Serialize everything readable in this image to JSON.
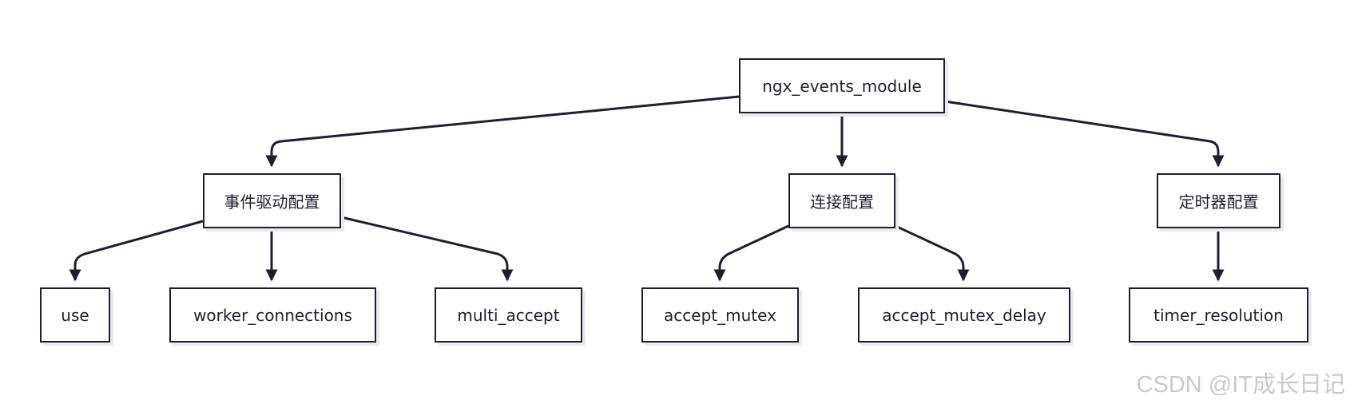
{
  "diagram": {
    "nodes": [
      {
        "id": "root",
        "label": "ngx_events_module"
      },
      {
        "id": "evt",
        "label": "事件驱动配置"
      },
      {
        "id": "conn",
        "label": "连接配置"
      },
      {
        "id": "timer",
        "label": "定时器配置"
      },
      {
        "id": "use",
        "label": "use"
      },
      {
        "id": "worker",
        "label": "worker_connections"
      },
      {
        "id": "multi",
        "label": "multi_accept"
      },
      {
        "id": "mutex",
        "label": "accept_mutex"
      },
      {
        "id": "mutexdelay",
        "label": "accept_mutex_delay"
      },
      {
        "id": "timerres",
        "label": "timer_resolution"
      }
    ],
    "edges": [
      {
        "from": "root",
        "to": "evt"
      },
      {
        "from": "root",
        "to": "conn"
      },
      {
        "from": "root",
        "to": "timer"
      },
      {
        "from": "evt",
        "to": "use"
      },
      {
        "from": "evt",
        "to": "worker"
      },
      {
        "from": "evt",
        "to": "multi"
      },
      {
        "from": "conn",
        "to": "mutex"
      },
      {
        "from": "conn",
        "to": "mutexdelay"
      },
      {
        "from": "timer",
        "to": "timerres"
      }
    ],
    "colors": {
      "stroke": "#1f1e2e",
      "node_fill": "#ffffff",
      "watermark": "#c9c9c9"
    }
  },
  "watermark": {
    "text": "CSDN @IT成长日记"
  }
}
